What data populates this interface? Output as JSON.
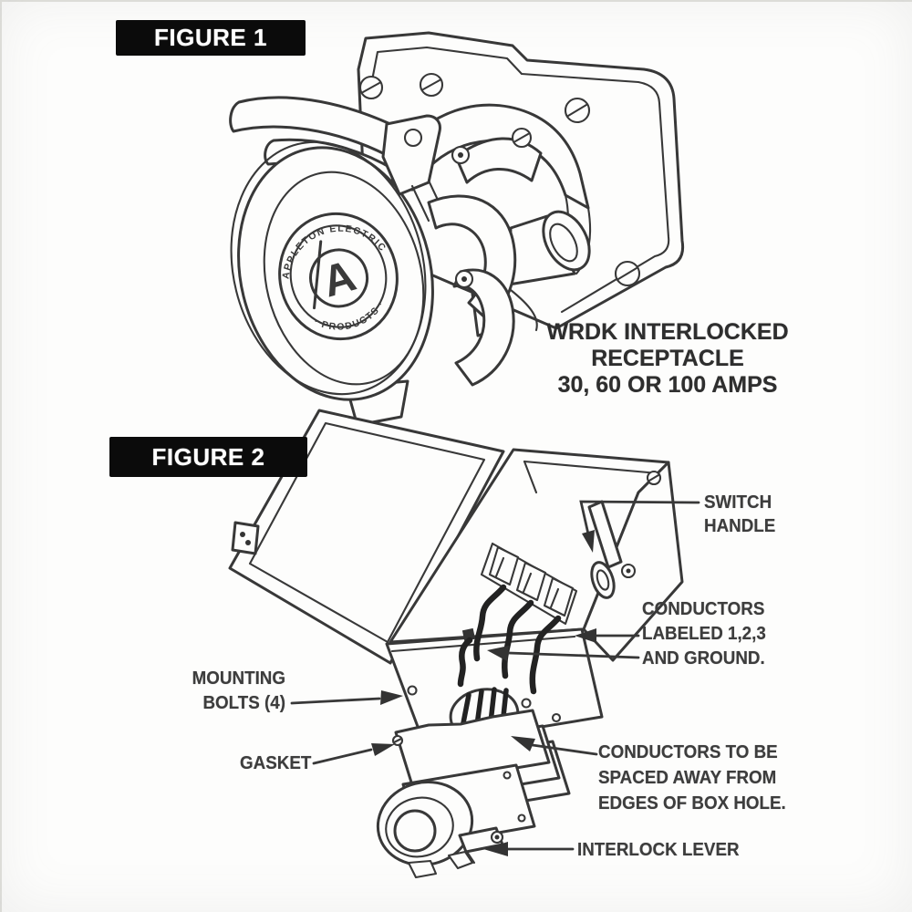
{
  "colors": {
    "paper": "#fdfdfc",
    "ink": "#383838",
    "chip_bg": "#0b0b0b",
    "chip_text": "#ffffff"
  },
  "figure1": {
    "chip": "FIGURE 1",
    "caption": {
      "line1": "WRDK INTERLOCKED",
      "line2": "RECEPTACLE",
      "line3": "30, 60 OR 100 AMPS"
    },
    "logo": {
      "top": "APPLETON ELECTRIC",
      "bottom": "· PRODUCTS ·",
      "monogram": "A"
    }
  },
  "figure2": {
    "chip": "FIGURE 2",
    "callouts": {
      "switch_handle": {
        "line1": "SWITCH",
        "line2": "HANDLE"
      },
      "conductors": {
        "line1": "CONDUCTORS",
        "line2": "LABELED 1,2,3",
        "line3": "AND GROUND."
      },
      "mounting_bolts": {
        "line1": "MOUNTING",
        "line2": "BOLTS (4)"
      },
      "gasket": {
        "line1": "GASKET"
      },
      "conductors_spacing": {
        "line1": "CONDUCTORS TO BE",
        "line2": "SPACED AWAY FROM",
        "line3": "EDGES OF BOX HOLE."
      },
      "interlock_lever": {
        "line1": "INTERLOCK LEVER"
      }
    }
  }
}
